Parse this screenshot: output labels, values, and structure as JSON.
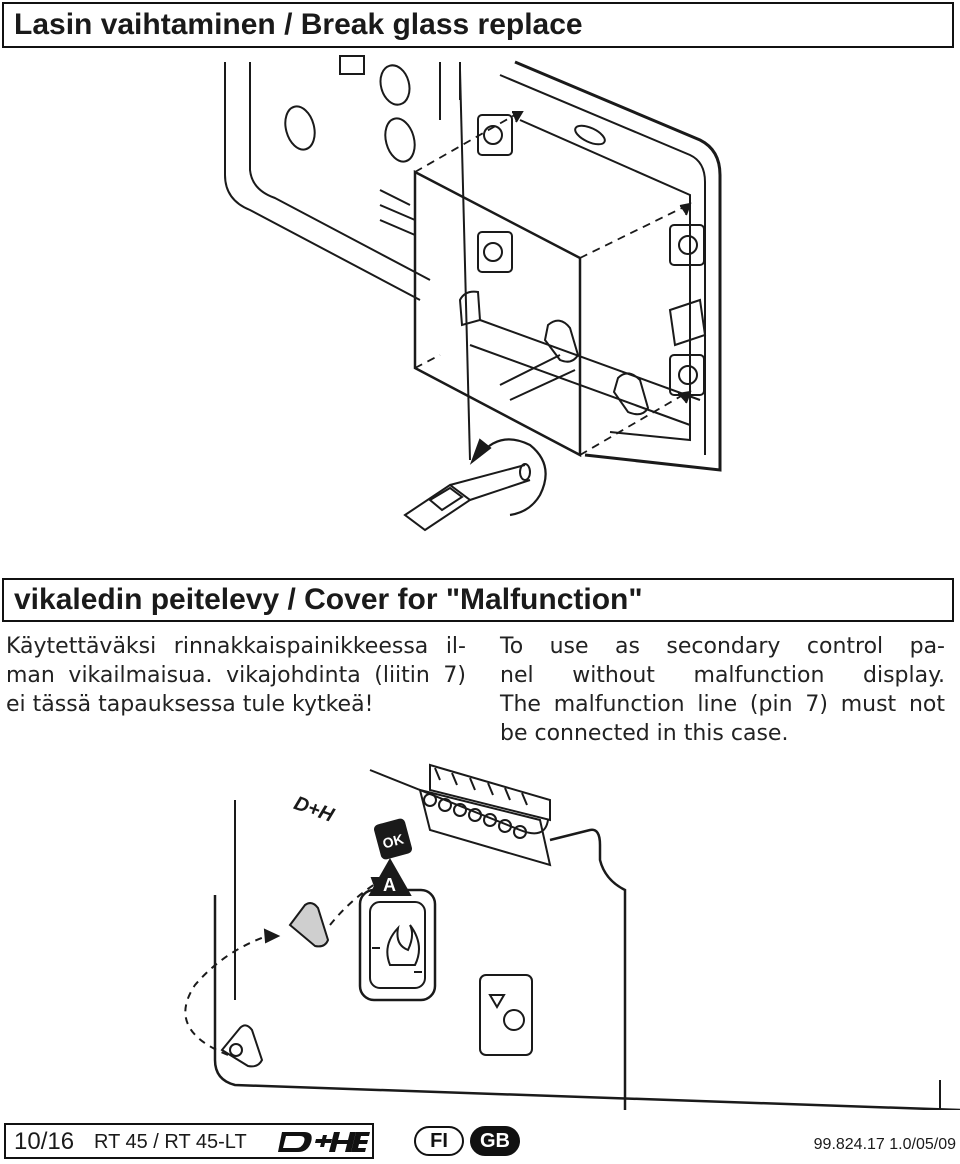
{
  "section1": {
    "title": "Lasin vaihtaminen / Break glass replace"
  },
  "section2": {
    "title": "vikaledin peitelevy / Cover for \"Malfunction\"",
    "text_fi": [
      "Käytettäväksi rinnakkaispainikkeessa il-",
      "man vikailmaisua. vikajohdinta (liitin 7)",
      "ei tässä tapauksessa tule kytkeä!"
    ],
    "text_en": [
      "To use as secondary control pa-",
      "nel without malfunction display.",
      "The malfunction line (pin 7) must not",
      "be connected in this case."
    ]
  },
  "device": {
    "brand": "D+H",
    "ok_label": "OK",
    "triangle_label": "A"
  },
  "footer": {
    "page": "10/16",
    "model": "RT 45 / RT 45-LT",
    "brand": "D+H",
    "lang_fi": "FI",
    "lang_gb": "GB",
    "doc_number": "99.824.17  1.0/05/09"
  }
}
